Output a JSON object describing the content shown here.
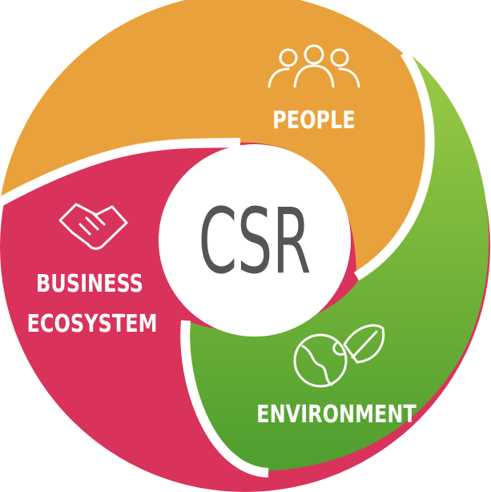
{
  "center": {
    "title": "CSR"
  },
  "segments": [
    {
      "label": "PEOPLE",
      "icon": "people-icon",
      "color": "#E9A23B"
    },
    {
      "label_lines": [
        "BUSINESS",
        "ECOSYSTEM"
      ],
      "icon": "handshake-icon",
      "color": "#D9335B"
    },
    {
      "label": "ENVIRONMENT",
      "icon": "globe-leaf-icon",
      "color": "#6DB33F"
    }
  ]
}
